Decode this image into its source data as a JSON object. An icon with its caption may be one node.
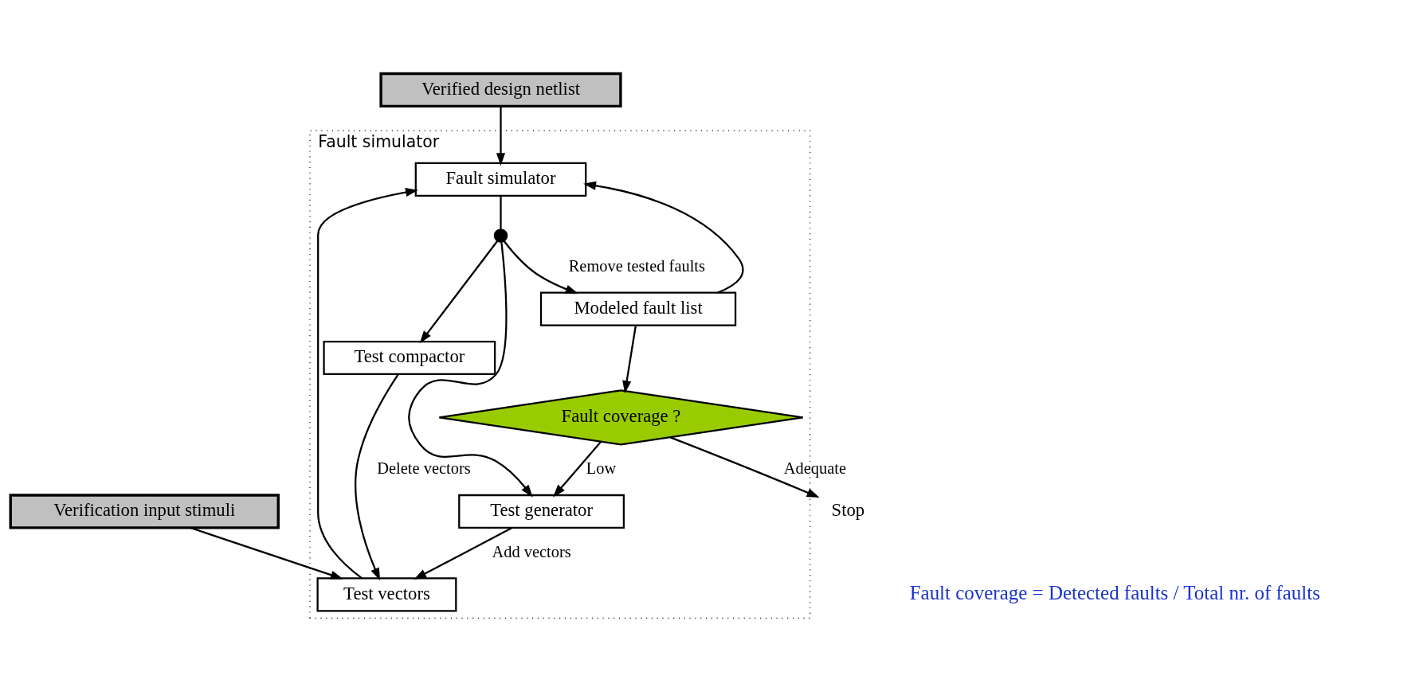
{
  "diagram": {
    "nodes": [
      {
        "text": [
          "Fault simulator"
        ]
      },
      {
        "text": [
          "Verified design netlist"
        ]
      },
      {
        "text": [
          "Verification input stimuli"
        ]
      },
      {
        "text": [
          "Fault simulator"
        ],
        "in": 0
      },
      {
        "text": [
          "Test vectors"
        ],
        "in": 0
      },
      {
        "text": [
          "Modeled fault list"
        ],
        "in": 0
      },
      {
        "text": [],
        "shape": "circle",
        "in": 0
      },
      {
        "text": [
          "Test compactor"
        ],
        "in": 0
      },
      {
        "text": [
          "Fault coverage ?"
        ],
        "in": 0
      },
      {
        "text": [
          "Test generator"
        ],
        "in": 0
      },
      {
        "text": [
          "Stop"
        ]
      }
    ],
    "edges": [
      {
        "from": 1,
        "to": 3,
        "arrow": "to"
      },
      {
        "from": 2,
        "to": 4,
        "arrow": "to"
      },
      {
        "from": 4,
        "to": 3,
        "arrow": "to"
      },
      {
        "from": 5,
        "to": 3,
        "arrow": "to"
      },
      {
        "from": 3,
        "to": 6,
        "arrow": "none"
      },
      {
        "from": 6,
        "to": 5,
        "arrow": "to",
        "label": "Remove tested faults"
      },
      {
        "from": 6,
        "to": 7,
        "arrow": "to"
      },
      {
        "from": 6,
        "to": 9,
        "arrow": "to"
      },
      {
        "from": 7,
        "to": 4,
        "arrow": "to",
        "label": "Delete vectors"
      },
      {
        "from": 5,
        "to": 8,
        "arrow": "to"
      },
      {
        "from": 8,
        "to": 9,
        "arrow": "to",
        "label": "Low"
      },
      {
        "from": 9,
        "to": 4,
        "arrow": "to",
        "label": "Add vectors"
      },
      {
        "from": 8,
        "to": 10,
        "arrow": "to",
        "label": "Adequate"
      }
    ],
    "labels": [
      "Fault coverage = Detected faults / Total nr. of faults"
    ]
  }
}
